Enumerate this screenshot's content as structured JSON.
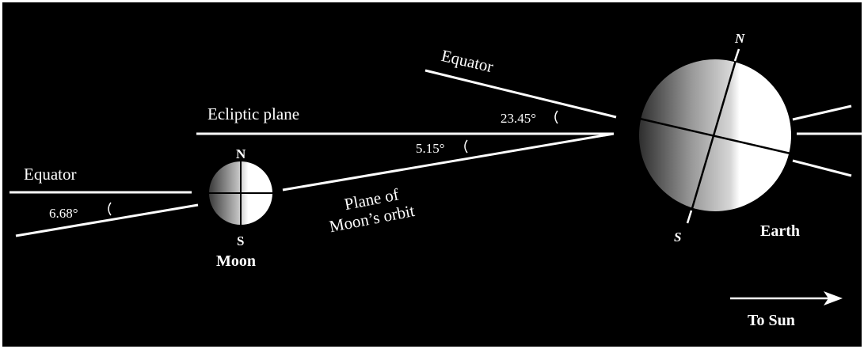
{
  "colors": {
    "background": "#000000",
    "foreground": "#ffffff",
    "frame": "#ffffff"
  },
  "labels": {
    "equator_left": "Equator",
    "angle_moon_equator": "6.68°",
    "moon_north": "N",
    "moon_south": "S",
    "moon_name": "Moon",
    "ecliptic_plane": "Ecliptic plane",
    "angle_moon_orbit": "5.15°",
    "plane_of_line1": "Plane of",
    "plane_of_line2": "Moon’s orbit",
    "equator_right": "Equator",
    "angle_earth_tilt": "23.45°",
    "earth_north": "N",
    "earth_south": "S",
    "earth_name": "Earth",
    "to_sun": "To Sun"
  },
  "angles_deg": {
    "moon_equator_to_ecliptic": 6.68,
    "moon_orbit_to_ecliptic": 5.15,
    "earth_equator_to_ecliptic": 23.45
  },
  "icons": {
    "sun_direction": "right-arrow-icon",
    "angle_marker": "arc-bracket-icon"
  }
}
